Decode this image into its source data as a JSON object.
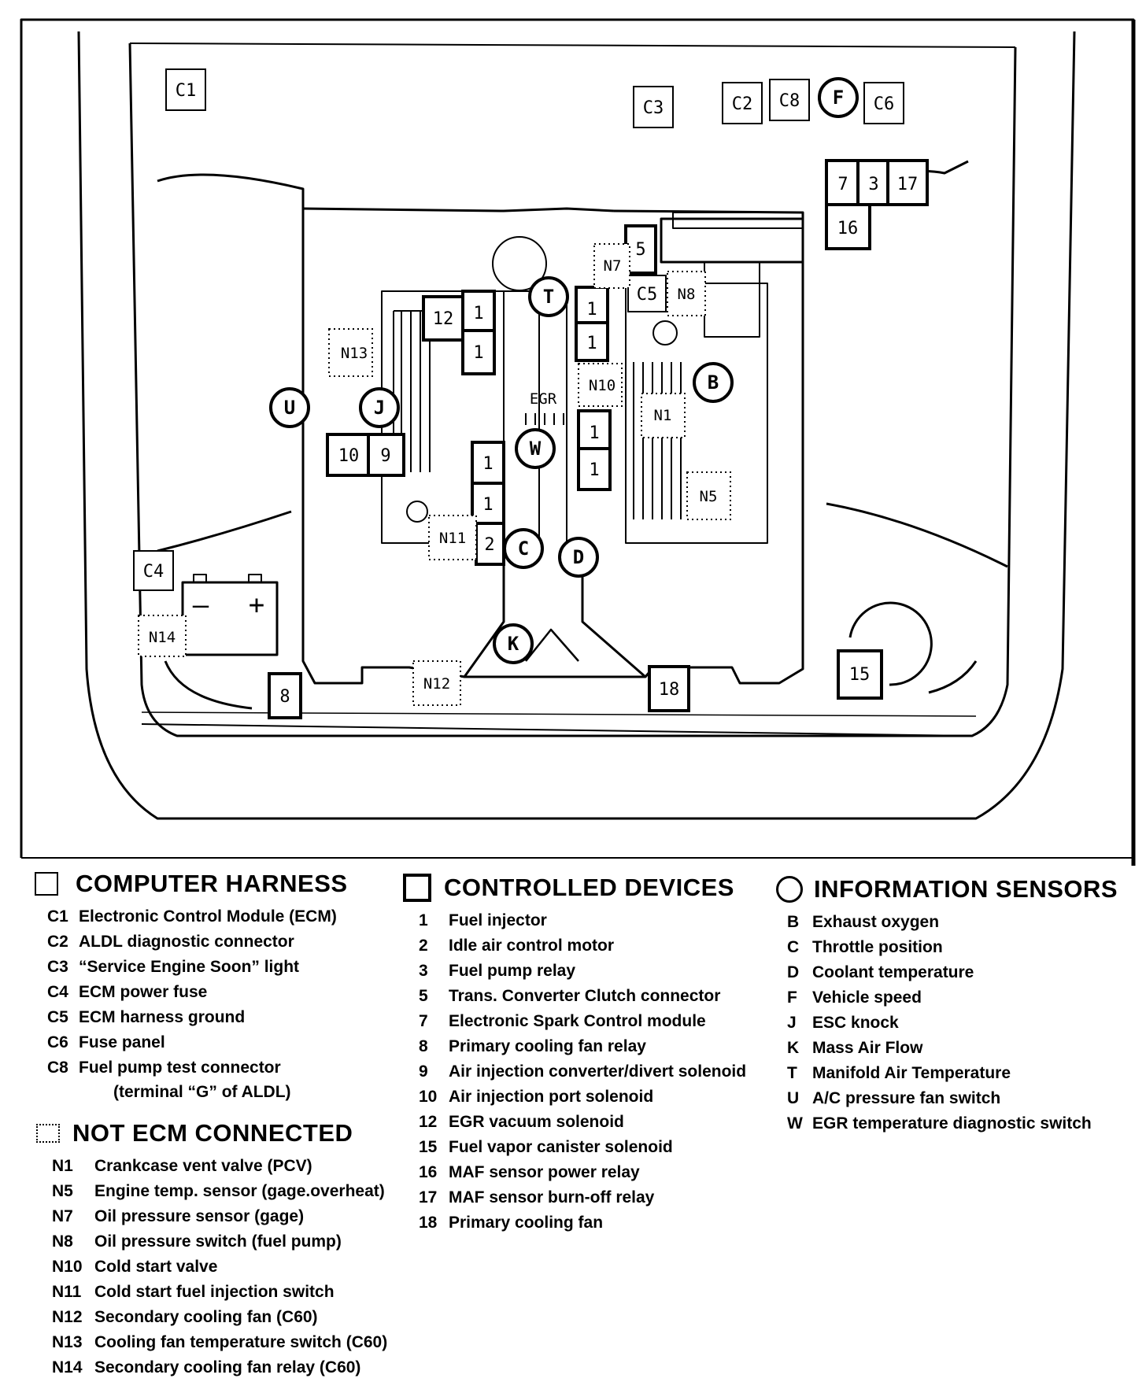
{
  "legend": {
    "computer_harness": {
      "title": "COMPUTER HARNESS",
      "items": [
        {
          "code": "C1",
          "label": "Electronic Control Module (ECM)"
        },
        {
          "code": "C2",
          "label": "ALDL diagnostic connector"
        },
        {
          "code": "C3",
          "label": "“Service Engine Soon” light"
        },
        {
          "code": "C4",
          "label": "ECM power fuse"
        },
        {
          "code": "C5",
          "label": "ECM harness ground"
        },
        {
          "code": "C6",
          "label": "Fuse panel"
        },
        {
          "code": "C8",
          "label": "Fuel pump test connector"
        }
      ],
      "c8_note": "(terminal “G” of ALDL)"
    },
    "not_ecm_connected": {
      "title": "NOT ECM CONNECTED",
      "items": [
        {
          "code": "N1",
          "label": "Crankcase vent valve (PCV)"
        },
        {
          "code": "N5",
          "label": "Engine temp. sensor (gage.overheat)"
        },
        {
          "code": "N7",
          "label": "Oil pressure sensor (gage)"
        },
        {
          "code": "N8",
          "label": "Oil pressure switch (fuel pump)"
        },
        {
          "code": "N10",
          "label": "Cold start valve"
        },
        {
          "code": "N11",
          "label": "Cold start fuel injection switch"
        },
        {
          "code": "N12",
          "label": "Secondary cooling fan (C60)"
        },
        {
          "code": "N13",
          "label": "Cooling fan temperature switch (C60)"
        },
        {
          "code": "N14",
          "label": "Secondary cooling fan relay (C60)"
        }
      ]
    },
    "controlled_devices": {
      "title": "CONTROLLED DEVICES",
      "items": [
        {
          "code": "1",
          "label": "Fuel injector"
        },
        {
          "code": "2",
          "label": "Idle air control motor"
        },
        {
          "code": "3",
          "label": "Fuel pump relay"
        },
        {
          "code": "5",
          "label": "Trans. Converter Clutch connector"
        },
        {
          "code": "7",
          "label": "Electronic Spark Control module"
        },
        {
          "code": "8",
          "label": "Primary cooling fan relay"
        },
        {
          "code": "9",
          "label": "Air injection converter/divert solenoid"
        },
        {
          "code": "10",
          "label": "Air injection port solenoid"
        },
        {
          "code": "12",
          "label": "EGR vacuum solenoid"
        },
        {
          "code": "15",
          "label": "Fuel vapor canister solenoid"
        },
        {
          "code": "16",
          "label": "MAF sensor power relay"
        },
        {
          "code": "17",
          "label": "MAF sensor burn-off relay"
        },
        {
          "code": "18",
          "label": "Primary cooling fan"
        }
      ]
    },
    "information_sensors": {
      "title": "INFORMATION SENSORS",
      "items": [
        {
          "code": "B",
          "label": "Exhaust oxygen"
        },
        {
          "code": "C",
          "label": "Throttle position"
        },
        {
          "code": "D",
          "label": "Coolant temperature"
        },
        {
          "code": "F",
          "label": "Vehicle speed"
        },
        {
          "code": "J",
          "label": "ESC knock"
        },
        {
          "code": "K",
          "label": "Mass Air Flow"
        },
        {
          "code": "T",
          "label": "Manifold Air Temperature"
        },
        {
          "code": "U",
          "label": "A/C pressure fan switch"
        },
        {
          "code": "W",
          "label": "EGR temperature diagnostic switch"
        }
      ]
    }
  },
  "diagram_labels": {
    "C1": "C1",
    "C2": "C2",
    "C3": "C3",
    "C4": "C4",
    "C5": "C5",
    "C6": "C6",
    "C8": "C8",
    "d1": "1",
    "d2": "2",
    "d3": "3",
    "d5": "5",
    "d7": "7",
    "d8": "8",
    "d9": "9",
    "d10": "10",
    "d12": "12",
    "d15": "15",
    "d16": "16",
    "d17": "17",
    "d18": "18",
    "N1": "N1",
    "N5": "N5",
    "N7": "N7",
    "N8": "N8",
    "N10": "N10",
    "N11": "N11",
    "N12": "N12",
    "N13": "N13",
    "N14": "N14",
    "B": "B",
    "C": "C",
    "D": "D",
    "F": "F",
    "J": "J",
    "K": "K",
    "T": "T",
    "U": "U",
    "W": "W",
    "egr": "EGR",
    "battery_minus": "–",
    "battery_plus": "+"
  }
}
